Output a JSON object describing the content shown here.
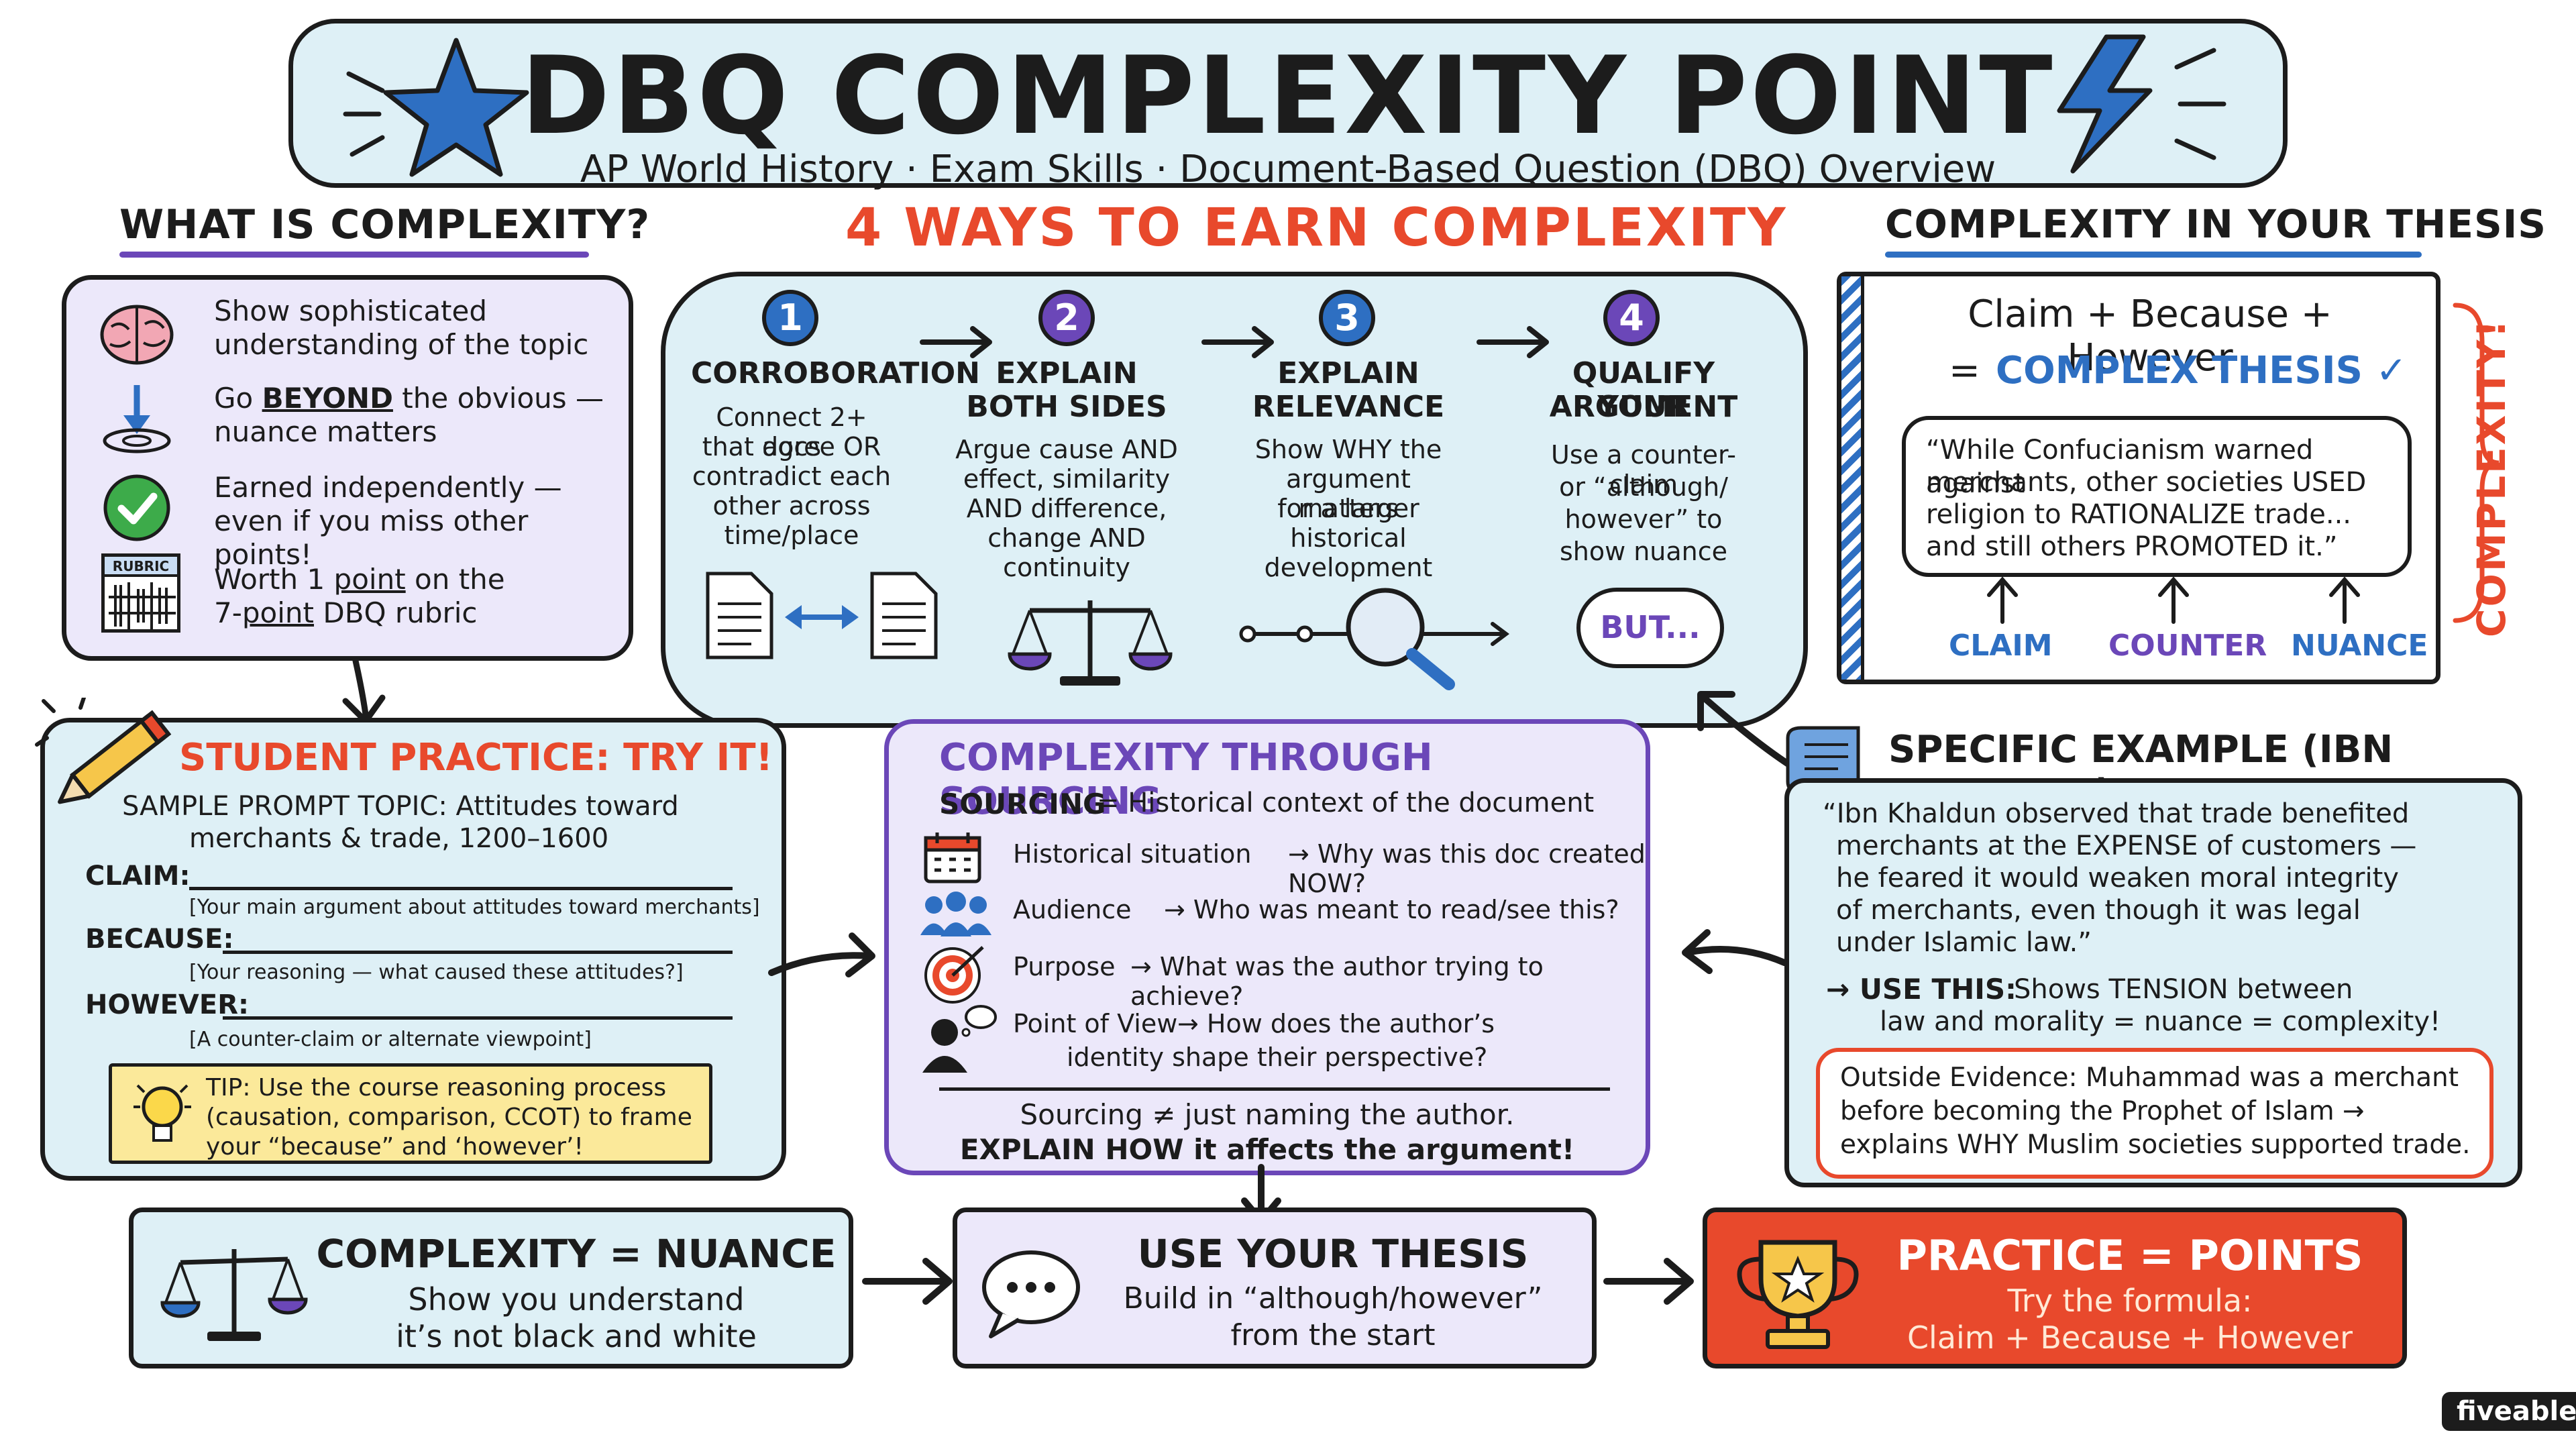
{
  "header": {
    "title": "DBQ COMPLEXITY POINT",
    "subtitle": "AP World History · Exam Skills · Document-Based Question (DBQ) Overview"
  },
  "what": {
    "title": "WHAT IS COMPLEXITY?",
    "items": [
      {
        "icon": "brain-icon",
        "line1": "Show sophisticated",
        "line2": "understanding of the topic"
      },
      {
        "icon": "arrow-down-target-icon",
        "pre": "Go ",
        "emph": "BEYOND",
        "post": " the obvious —",
        "line2": "nuance matters"
      },
      {
        "icon": "checkmark-icon",
        "line1": "Earned independently —",
        "line2": "even if you miss other points!"
      },
      {
        "icon": "rubric-icon",
        "pre": "Worth 1 ",
        "emph": "point",
        "post": " on the",
        "line2a": "7-",
        "line2emph": "point",
        "line2b": " DBQ rubric"
      }
    ],
    "rubric_label": "RUBRIC"
  },
  "ways": {
    "title": "4 WAYS TO EARN COMPLEXITY",
    "items": [
      {
        "num": "1",
        "h1": "CORROBORATION",
        "h2": "",
        "desc": [
          "Connect 2+ docs",
          "that agree OR",
          "contradict each",
          "other across",
          "time/place"
        ],
        "color": "#2e6fc2"
      },
      {
        "num": "2",
        "h1": "EXPLAIN",
        "h2": "BOTH SIDES",
        "desc": [
          "Argue cause AND",
          "effect, similarity",
          "AND difference,",
          "change AND",
          "continuity"
        ],
        "color": "#6b47b8"
      },
      {
        "num": "3",
        "h1": "EXPLAIN",
        "h2": "RELEVANCE",
        "desc": [
          "Show WHY the",
          "argument matters",
          "for a larger",
          "historical",
          "development"
        ],
        "color": "#2e6fc2"
      },
      {
        "num": "4",
        "h1": "QUALIFY YOUR",
        "h2": "ARGUMENT",
        "desc": [
          "Use a counter-claim",
          "or “although/",
          "however” to",
          "show nuance"
        ],
        "color": "#6b47b8"
      }
    ],
    "but_label": "BUT..."
  },
  "thesis": {
    "title": "COMPLEXITY IN YOUR THESIS",
    "formula": "Claim + Because + However",
    "equals": "=",
    "complex": "COMPLEX THESIS ✓",
    "quote": [
      "“While Confucianism warned against",
      "merchants, other societies USED",
      "religion to RATIONALIZE trade...",
      "and still others  PROMOTED it.”"
    ],
    "labels": [
      "CLAIM",
      "COUNTER",
      "NUANCE"
    ],
    "side": "COMPLEXITY!"
  },
  "practice": {
    "title": "STUDENT PRACTICE: TRY IT!",
    "prompt1": "SAMPLE PROMPT TOPIC: Attitudes toward",
    "prompt2": "merchants & trade, 1200–1600",
    "fields": [
      {
        "label": "CLAIM:",
        "hint": "[Your main argument about attitudes toward merchants]"
      },
      {
        "label": "BECAUSE:",
        "hint": "[Your reasoning — what caused these attitudes?]"
      },
      {
        "label": "HOWEVER:",
        "hint": "[A counter-claim or alternate viewpoint]"
      }
    ],
    "tip": [
      "TIP: Use the course reasoning process",
      "(causation, comparison, CCOT) to frame",
      "your “because” and ‘however’!"
    ]
  },
  "sourcing": {
    "title": "COMPLEXITY THROUGH SOURCING",
    "def_label": "SOURCING",
    "def_text": "=  Historical context of the document",
    "rows": [
      {
        "icon": "calendar-icon",
        "label": "Historical situation",
        "text": "→ Why was this doc created NOW?"
      },
      {
        "icon": "audience-icon",
        "label": "Audience",
        "text": "→  Who was meant to read/see this?"
      },
      {
        "icon": "target-icon",
        "label": "Purpose",
        "text": "→  What was the author trying to achieve?"
      },
      {
        "icon": "person-thought-icon",
        "label": "Point of View",
        "text": "→  How does the author’s",
        "text2": "identity shape their perspective?"
      }
    ],
    "foot1": "Sourcing ≠ just naming the author.",
    "foot2": "EXPLAIN HOW it affects the argument!"
  },
  "example": {
    "title": "SPECIFIC EXAMPLE (IBN KHALDUN)",
    "quote": [
      "“Ibn Khaldun observed that trade benefited",
      "merchants at the EXPENSE of customers —",
      "he feared it would weaken moral integrity",
      "of merchants, even though it was legal",
      "under Islamic law.”"
    ],
    "use_label": "→ USE THIS:",
    "use_text": "Shows TENSION between",
    "use_text2": "law and morality = nuance = complexity!",
    "outside": [
      "Outside Evidence: Muhammad was a merchant",
      "before becoming the Prophet of Islam →",
      "explains WHY Muslim societies supported trade."
    ]
  },
  "bottom": {
    "nuance_title": "COMPLEXITY = NUANCE",
    "nuance_text": [
      "Show you understand",
      "it’s not black and white"
    ],
    "thesis_title": "USE YOUR THESIS",
    "thesis_text": [
      "Build in “although/however”",
      "from the start"
    ],
    "points_title": "PRACTICE = POINTS",
    "points_text": [
      "Try the formula:",
      "Claim + Because + However"
    ]
  },
  "brand": "fiveable",
  "colors": {
    "blue": "#2e6fc2",
    "purple": "#6b47b8",
    "red": "#e8492c",
    "light_blue": "#def0f6",
    "light_purple": "#ece8fa",
    "yellow": "#fbe99a"
  }
}
